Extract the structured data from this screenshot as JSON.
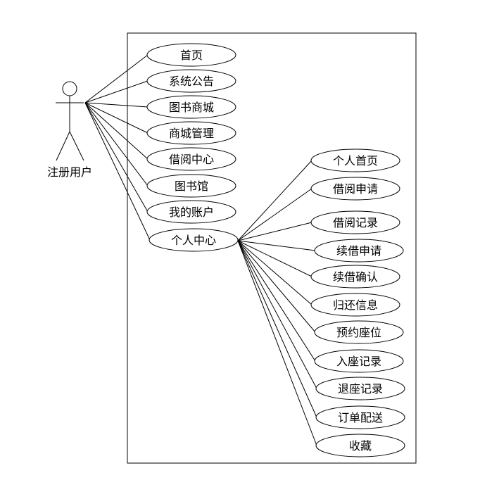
{
  "actor": {
    "label": "注册用户"
  },
  "use_cases_primary": [
    {
      "id": "home",
      "label": "首页"
    },
    {
      "id": "announcements",
      "label": "系统公告"
    },
    {
      "id": "book-mall",
      "label": "图书商城"
    },
    {
      "id": "mall-management",
      "label": "商城管理"
    },
    {
      "id": "borrow-center",
      "label": "借阅中心"
    },
    {
      "id": "library",
      "label": "图书馆"
    },
    {
      "id": "my-account",
      "label": "我的账户"
    },
    {
      "id": "personal-center",
      "label": "个人中心"
    }
  ],
  "use_cases_personal": [
    {
      "id": "personal-home",
      "label": "个人首页"
    },
    {
      "id": "borrow-application",
      "label": "借阅申请"
    },
    {
      "id": "borrow-records",
      "label": "借阅记录"
    },
    {
      "id": "renew-application",
      "label": "续借申请"
    },
    {
      "id": "renew-confirmation",
      "label": "续借确认"
    },
    {
      "id": "return-info",
      "label": "归还信息"
    },
    {
      "id": "seat-reservation",
      "label": "预约座位"
    },
    {
      "id": "seat-entry-records",
      "label": "入座记录"
    },
    {
      "id": "seat-exit-records",
      "label": "退座记录"
    },
    {
      "id": "order-delivery",
      "label": "订单配送"
    },
    {
      "id": "favorites",
      "label": "收藏"
    }
  ]
}
